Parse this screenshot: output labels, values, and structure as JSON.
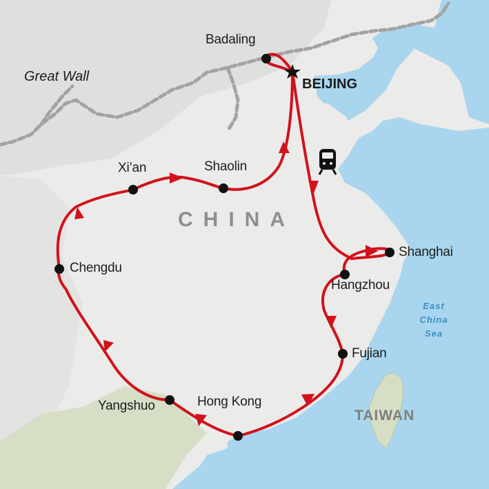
{
  "map": {
    "colors": {
      "land": "#ebebea",
      "neighbor_land": "#d5ddc5",
      "sea": "#a9d6ee",
      "great_wall": "#a1a1a1",
      "route": "#d1121b",
      "stop": "#111111",
      "sea_label": "#3a8fc6",
      "country_label": "#8f8f8f"
    },
    "labels": {
      "great_wall": "Great Wall",
      "country": "CHINA",
      "taiwan": "TAIWAN",
      "sea_line1": "East",
      "sea_line2": "China",
      "sea_line3": "Sea"
    },
    "stops": [
      {
        "id": "badaling",
        "name": "Badaling"
      },
      {
        "id": "beijing",
        "name": "BEIJING",
        "capital": true
      },
      {
        "id": "shaolin",
        "name": "Shaolin"
      },
      {
        "id": "xian",
        "name": "Xi’an"
      },
      {
        "id": "chengdu",
        "name": "Chengdu"
      },
      {
        "id": "yangshuo",
        "name": "Yangshuo"
      },
      {
        "id": "hongkong",
        "name": "Hong Kong"
      },
      {
        "id": "fujian",
        "name": "Fujian"
      },
      {
        "id": "hangzhou",
        "name": "Hangzhou"
      },
      {
        "id": "shanghai",
        "name": "Shanghai"
      }
    ],
    "route_order": [
      "Beijing",
      "Badaling",
      "Beijing",
      "Shanghai",
      "Hangzhou",
      "Fujian",
      "Hong Kong",
      "Yangshuo",
      "Chengdu",
      "Xi’an",
      "Shaolin",
      "Beijing"
    ],
    "icons": {
      "train": "train-icon",
      "capital": "star-icon",
      "stop": "dot-marker"
    }
  }
}
